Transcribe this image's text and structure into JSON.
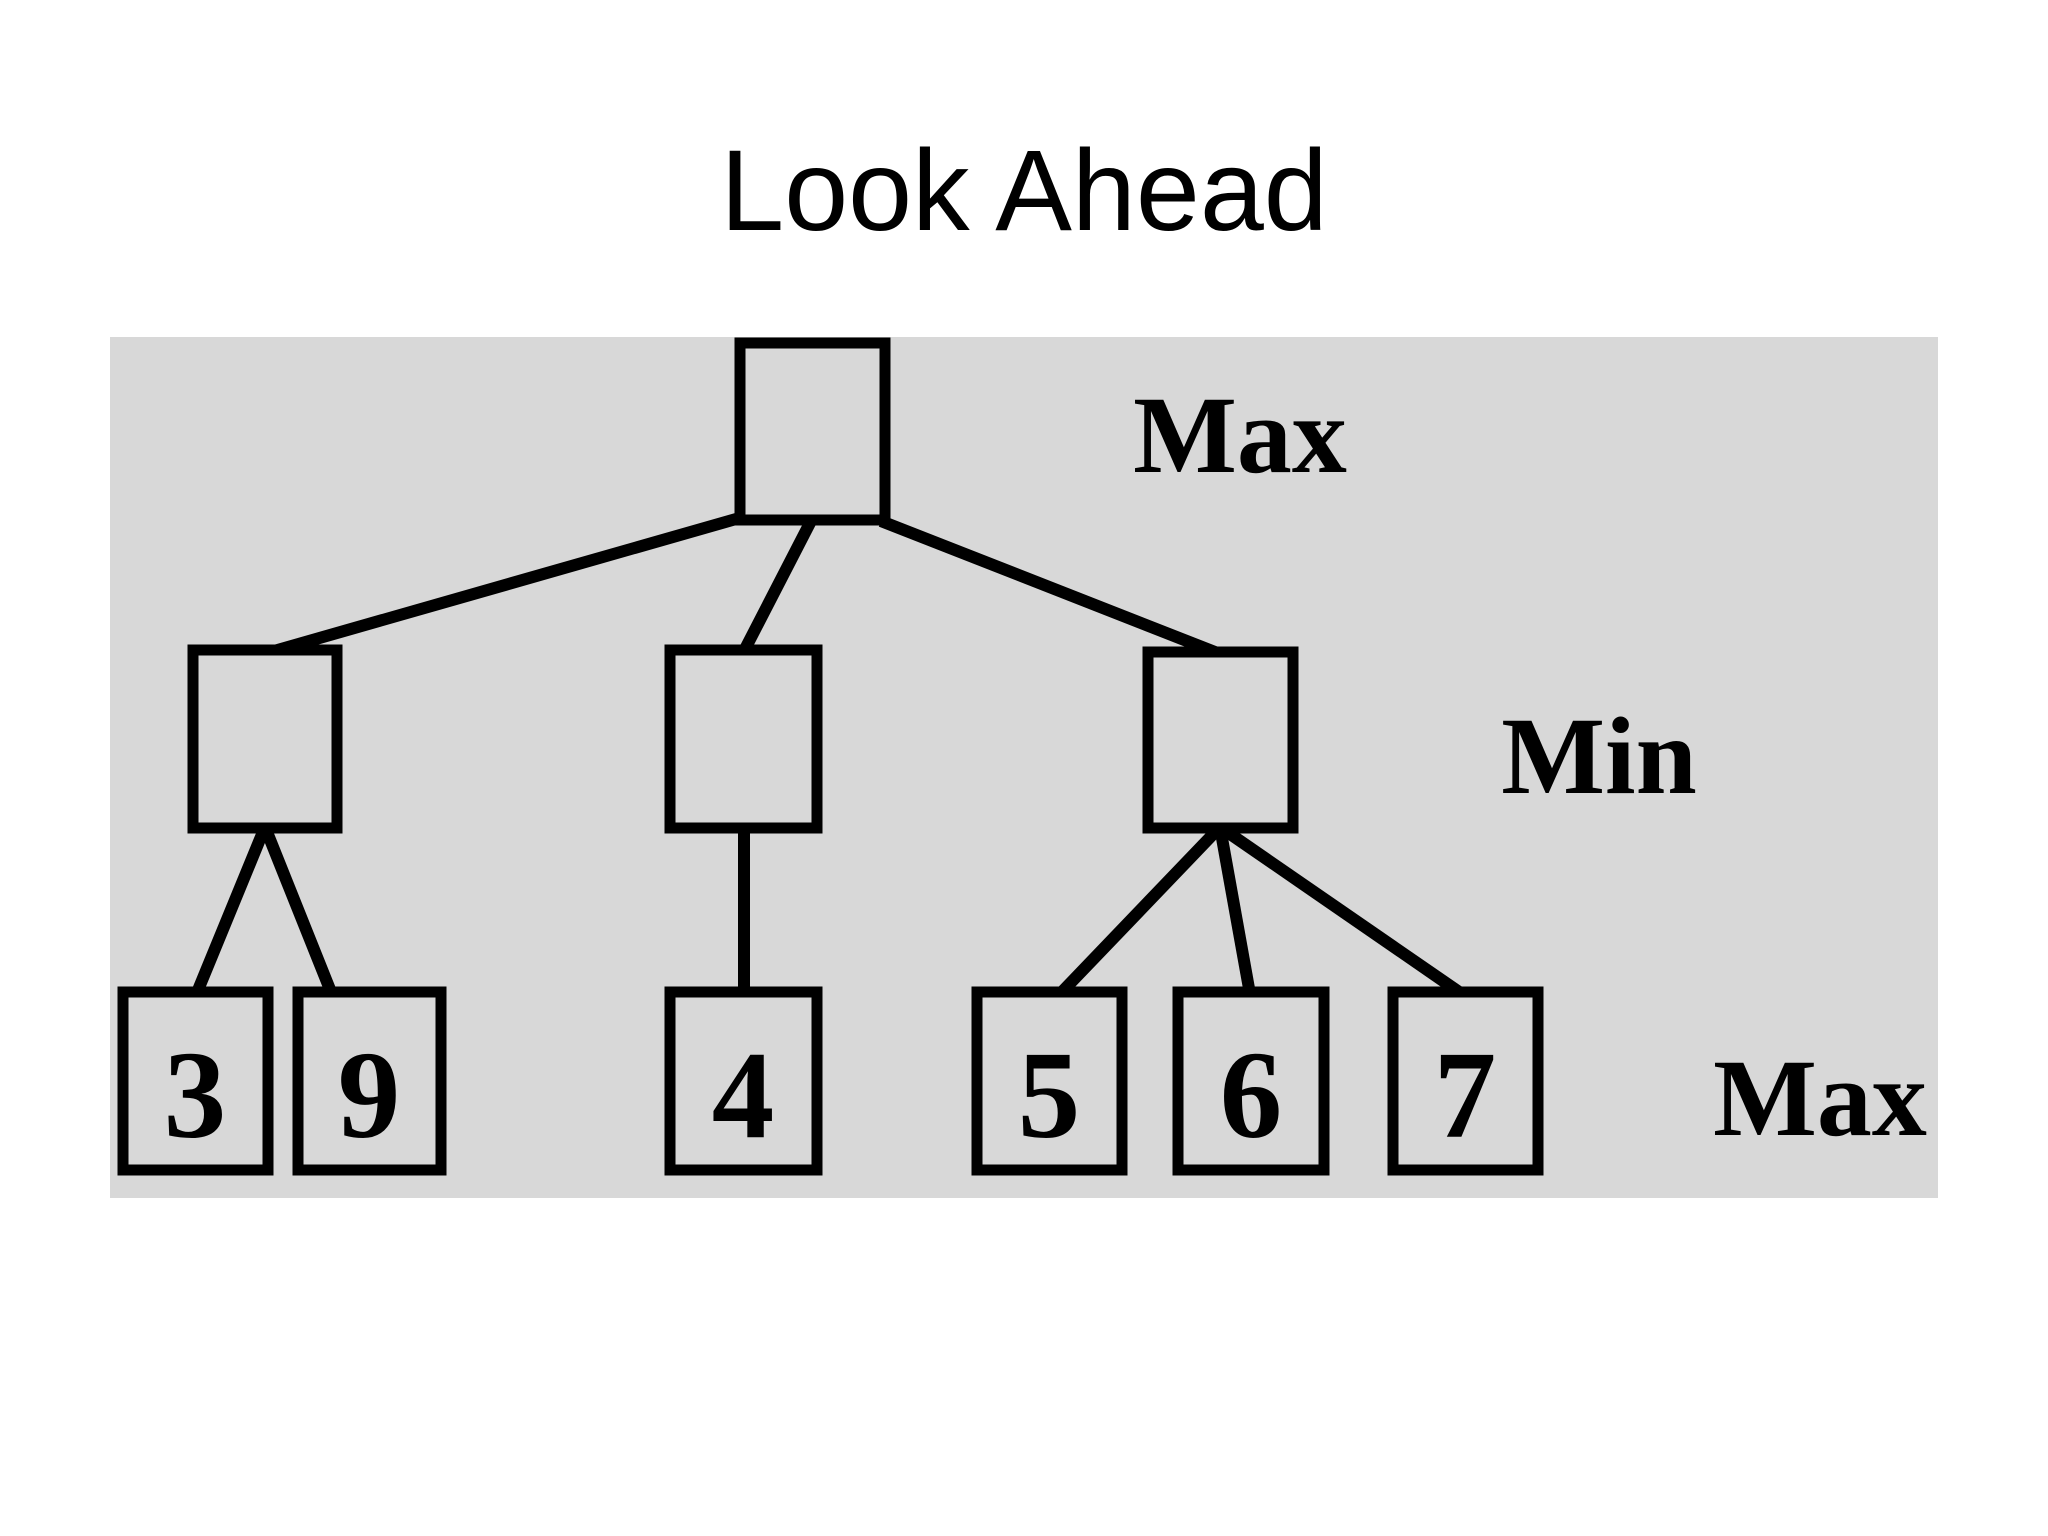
{
  "slide": {
    "title": "Look Ahead"
  },
  "tree": {
    "level_labels": {
      "top": "Max",
      "middle": "Min",
      "bottom": "Max"
    },
    "groups": [
      {
        "leaves": [
          "3",
          "9"
        ]
      },
      {
        "leaves": [
          "4"
        ]
      },
      {
        "leaves": [
          "5",
          "6",
          "7"
        ]
      }
    ]
  },
  "colors": {
    "page_background": "#ffffff",
    "panel_background": "#d8d8d8",
    "ink": "#000000"
  }
}
